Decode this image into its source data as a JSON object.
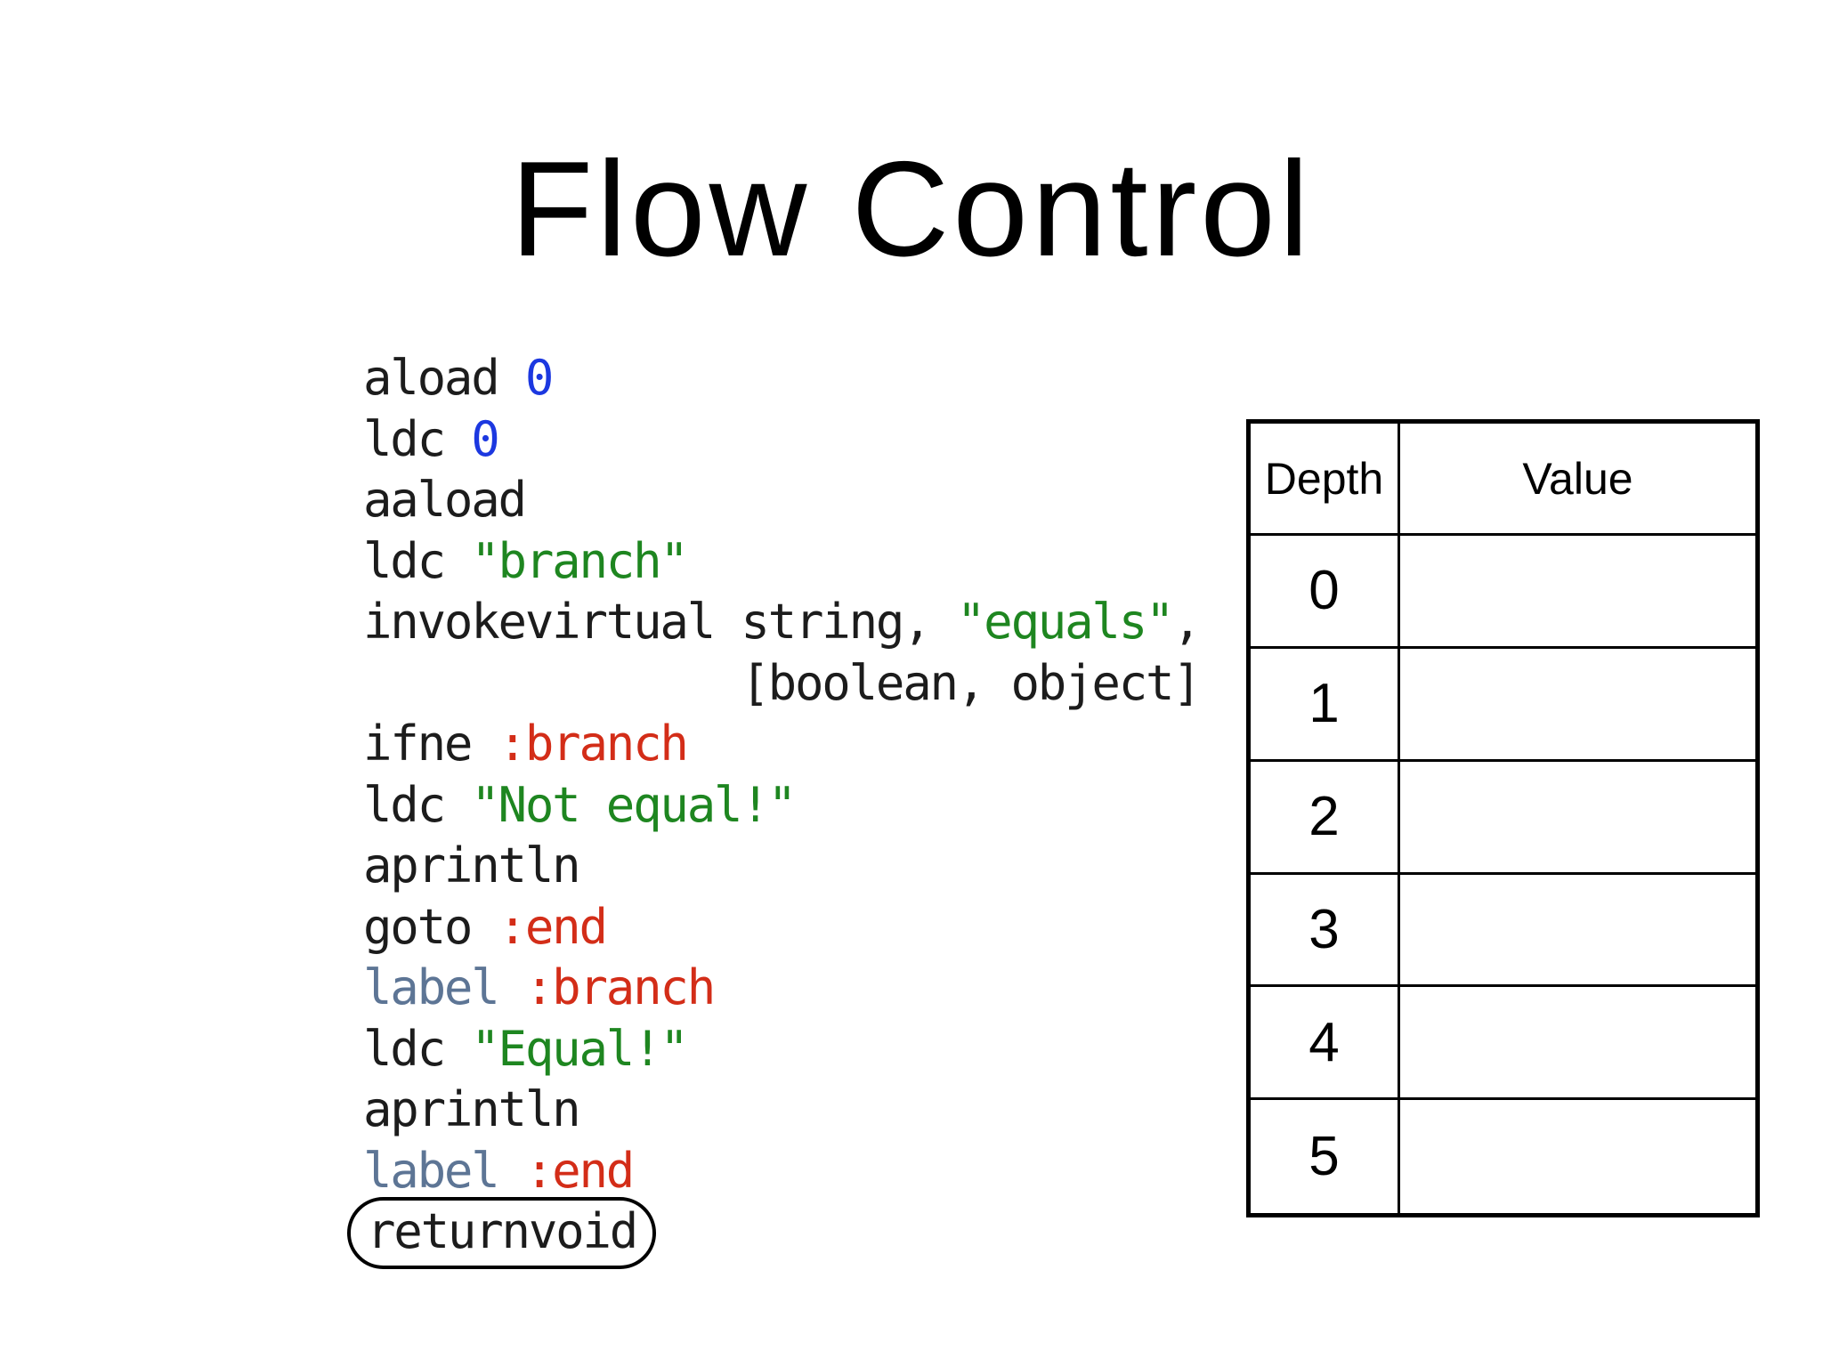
{
  "title": "Flow Control",
  "colors": {
    "code_black": "#1c1c1c",
    "number_blue": "#1c38e0",
    "string_green": "#1e8620",
    "label_red": "#d32d18",
    "keyword_slate": "#5d7595",
    "border_black": "#000000"
  },
  "code": {
    "lines": [
      {
        "segments": [
          {
            "t": "aload ",
            "c": "k"
          },
          {
            "t": "0",
            "c": "num"
          }
        ]
      },
      {
        "segments": [
          {
            "t": "ldc ",
            "c": "k"
          },
          {
            "t": "0",
            "c": "num"
          }
        ]
      },
      {
        "segments": [
          {
            "t": "aaload",
            "c": "k"
          }
        ]
      },
      {
        "segments": [
          {
            "t": "ldc ",
            "c": "k"
          },
          {
            "t": "\"branch\"",
            "c": "str"
          }
        ]
      },
      {
        "segments": [
          {
            "t": "invokevirtual string, ",
            "c": "k"
          },
          {
            "t": "\"equals\"",
            "c": "str"
          },
          {
            "t": ",",
            "c": "k"
          }
        ]
      },
      {
        "segments": [
          {
            "t": "              [boolean, object]",
            "c": "k"
          }
        ]
      },
      {
        "segments": [
          {
            "t": "ifne ",
            "c": "k"
          },
          {
            "t": ":branch",
            "c": "lbl"
          }
        ]
      },
      {
        "segments": [
          {
            "t": "ldc ",
            "c": "k"
          },
          {
            "t": "\"Not equal!\"",
            "c": "str"
          }
        ]
      },
      {
        "segments": [
          {
            "t": "aprintln",
            "c": "k"
          }
        ]
      },
      {
        "segments": [
          {
            "t": "goto ",
            "c": "k"
          },
          {
            "t": ":end",
            "c": "lbl"
          }
        ]
      },
      {
        "segments": [
          {
            "t": "label ",
            "c": "kw2"
          },
          {
            "t": ":branch",
            "c": "lbl"
          }
        ]
      },
      {
        "segments": [
          {
            "t": "ldc ",
            "c": "k"
          },
          {
            "t": "\"Equal!\"",
            "c": "str"
          }
        ]
      },
      {
        "segments": [
          {
            "t": "aprintln",
            "c": "k"
          }
        ]
      },
      {
        "segments": [
          {
            "t": "label ",
            "c": "kw2"
          },
          {
            "t": ":end",
            "c": "lbl"
          }
        ]
      },
      {
        "segments": [
          {
            "t": "returnvoid",
            "c": "k"
          }
        ],
        "boxed": true
      }
    ]
  },
  "table": {
    "headers": [
      "Depth",
      "Value"
    ],
    "rows": [
      {
        "depth": "0",
        "value": ""
      },
      {
        "depth": "1",
        "value": ""
      },
      {
        "depth": "2",
        "value": ""
      },
      {
        "depth": "3",
        "value": ""
      },
      {
        "depth": "4",
        "value": ""
      },
      {
        "depth": "5",
        "value": ""
      }
    ]
  }
}
